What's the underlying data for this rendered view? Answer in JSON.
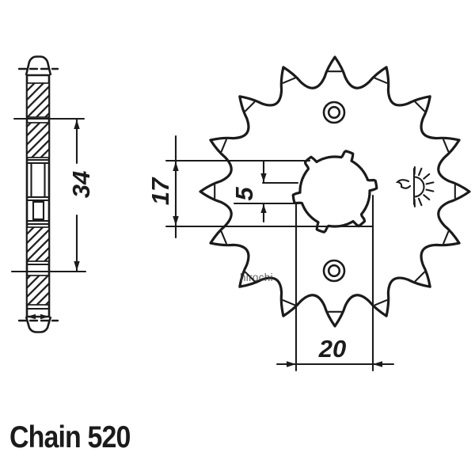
{
  "colors": {
    "ink": "#1b1b1b",
    "background": "#ffffff",
    "watermark": "#3f3f3f"
  },
  "drawing": {
    "product_label": "Chain 520",
    "watermark": "hirochi",
    "dimensions": {
      "overall_width": "34",
      "spline_section_height": "17",
      "spline_groove": "5",
      "hub_width": "20"
    },
    "sprocket": {
      "teeth": 16,
      "spline_notches": 6,
      "bolt_holes": 2,
      "stamp_icon": "half-sun-with-rays"
    }
  }
}
